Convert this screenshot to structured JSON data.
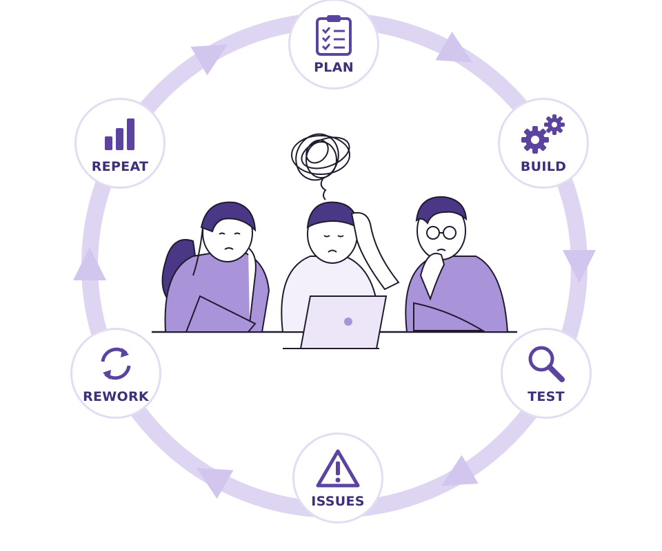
{
  "colors": {
    "primary": "#5b44a0",
    "label": "#3f2e7a",
    "ring": "#ddd5f1",
    "arrow": "#d2c6ef",
    "node_border": "#e3dcf3",
    "shirt": "#a994d9",
    "shirt_light": "#f3effb",
    "hair": "#4a3887",
    "skin": "#ffffff",
    "laptop": "#ece6f8"
  },
  "cycle": {
    "steps": [
      {
        "id": "plan",
        "label": "PLAN",
        "icon": "clipboard-checklist-icon"
      },
      {
        "id": "build",
        "label": "BUILD",
        "icon": "gears-icon"
      },
      {
        "id": "test",
        "label": "TEST",
        "icon": "magnifier-icon"
      },
      {
        "id": "issues",
        "label": "ISSUES",
        "icon": "warning-triangle-icon"
      },
      {
        "id": "rework",
        "label": "REWORK",
        "icon": "refresh-arrows-icon"
      },
      {
        "id": "repeat",
        "label": "REPEAT",
        "icon": "bar-chart-icon"
      }
    ]
  },
  "scene": {
    "people": [
      "worried-woman",
      "stressed-man-with-laptop",
      "thinking-man-with-glasses"
    ],
    "thought_icon": "tangled-scribble-icon"
  }
}
